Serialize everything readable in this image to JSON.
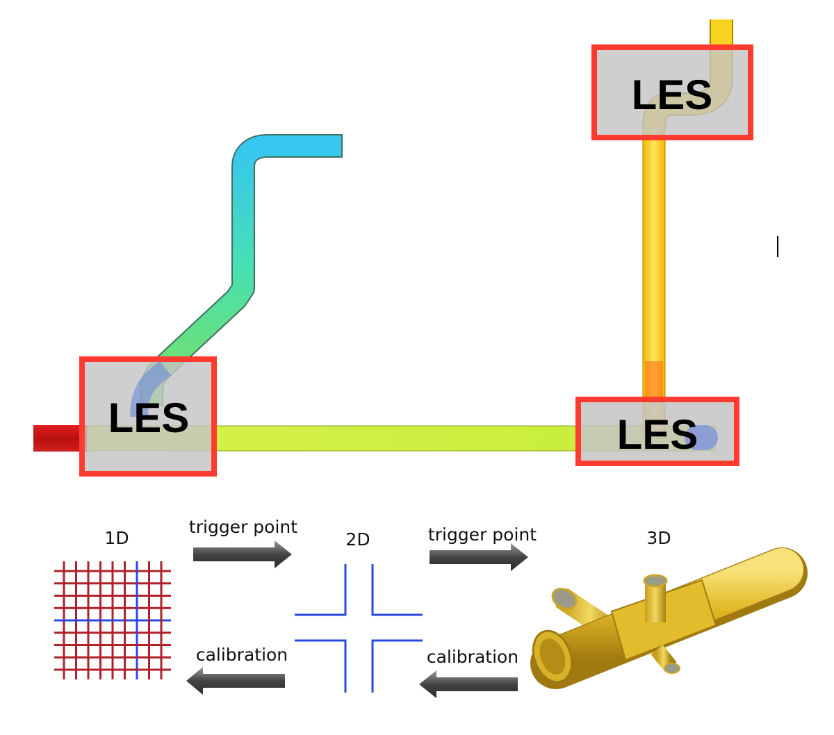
{
  "les_label": "LES",
  "bottom": {
    "label_1d": "1D",
    "label_2d": "2D",
    "label_3d": "3D",
    "trigger_point": "trigger point",
    "calibration": "calibration"
  },
  "colors": {
    "les_border": "#ff3b30",
    "les_fill": "#c4c4c4",
    "grid_red": "#b0202a",
    "grid_blue": "#2a48e0",
    "arrow_gray": "#555555",
    "pipe_yellow": "#f5c400",
    "pipe_green": "#c8f03c",
    "pipe_red": "#cc1a1a"
  }
}
